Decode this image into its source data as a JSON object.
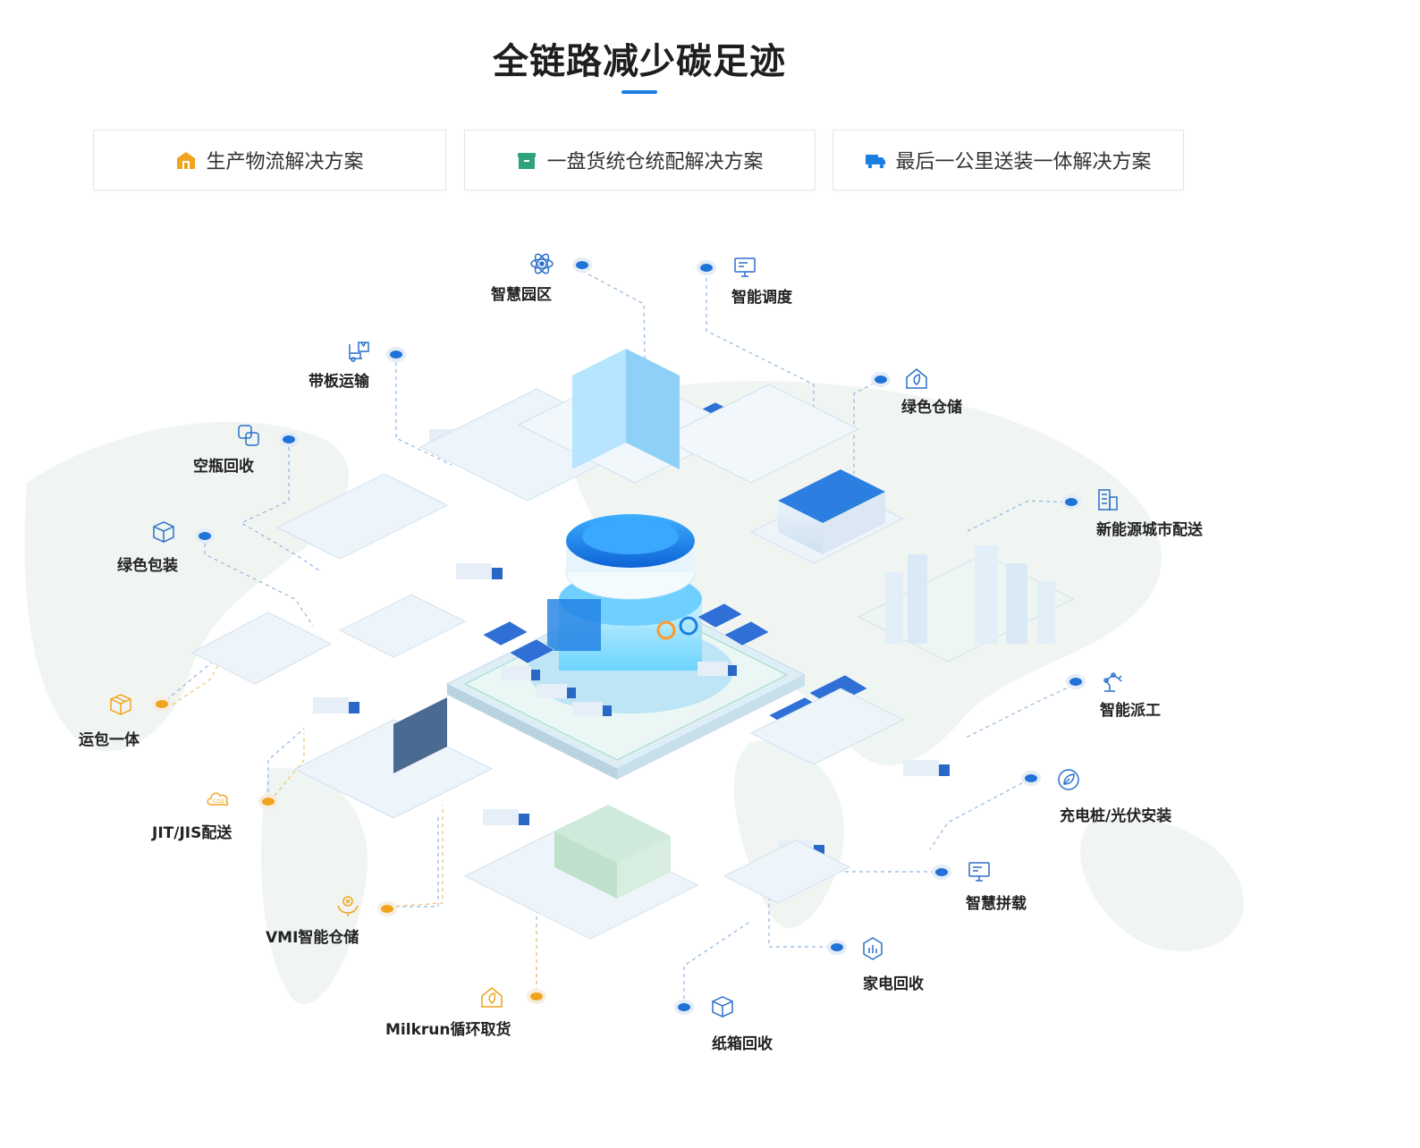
{
  "header": {
    "title": "全链路减少碳足迹"
  },
  "tabs": [
    {
      "label": "生产物流解决方案",
      "icon": "warehouse-icon",
      "color": "#f0a41e"
    },
    {
      "label": "一盘货统仓统配解决方案",
      "icon": "box-icon",
      "color": "#2fa37a"
    },
    {
      "label": "最后一公里送装一体解决方案",
      "icon": "truck-icon",
      "color": "#1a7fe0"
    }
  ],
  "features": {
    "smart_park": "智慧园区",
    "smart_dispatch": "智能调度",
    "pallet_transport": "带板运输",
    "green_storage": "绿色仓储",
    "empty_bottle_recycle": "空瓶回收",
    "nev_city_delivery": "新能源城市配送",
    "green_packaging": "绿色包装",
    "smart_assignment": "智能派工",
    "transport_packing": "运包一体",
    "charging_pv": "充电桩/光伏安装",
    "jit_delivery": "JIT/JIS配送",
    "smart_loading": "智慧拼载",
    "vmi_storage": "VMI智能仓储",
    "appliance_recycle": "家电回收",
    "milkrun": "Milkrun循环取货",
    "carton_recycle": "纸箱回收"
  },
  "colors": {
    "accent": "#1a7fe0",
    "orange": "#f0a41e",
    "green": "#2fa37a"
  }
}
